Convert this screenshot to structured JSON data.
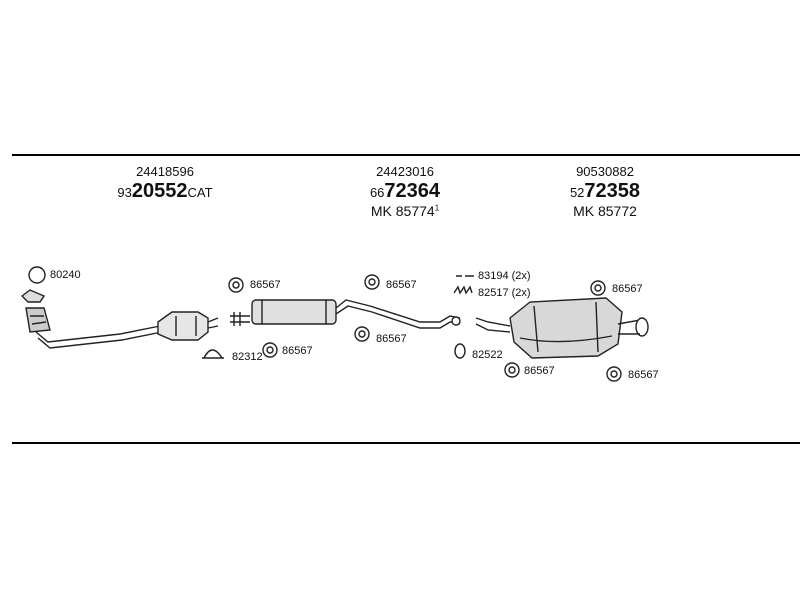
{
  "sections": [
    {
      "part_no": "24418596",
      "code_prefix": "93",
      "code_main": "20552",
      "code_suffix": "CAT"
    },
    {
      "part_no": "24423016",
      "code_prefix": "66",
      "code_main": "72364",
      "mk_label": "MK",
      "mk_code": "85774",
      "mk_sup": "1"
    },
    {
      "part_no": "90530882",
      "code_prefix": "52",
      "code_main": "72358",
      "mk_label": "MK",
      "mk_code": "85772"
    }
  ],
  "labels": {
    "l80240": "80240",
    "l86567a": "86567",
    "l82312": "82312",
    "l86567b": "86567",
    "l86567c": "86567",
    "l86567d": "86567",
    "l83194": "83194 (2x)",
    "l82517": "82517 (2x)",
    "l82522": "82522",
    "l86567e": "86567",
    "l86567f": "86567",
    "l86567g": "86567"
  }
}
